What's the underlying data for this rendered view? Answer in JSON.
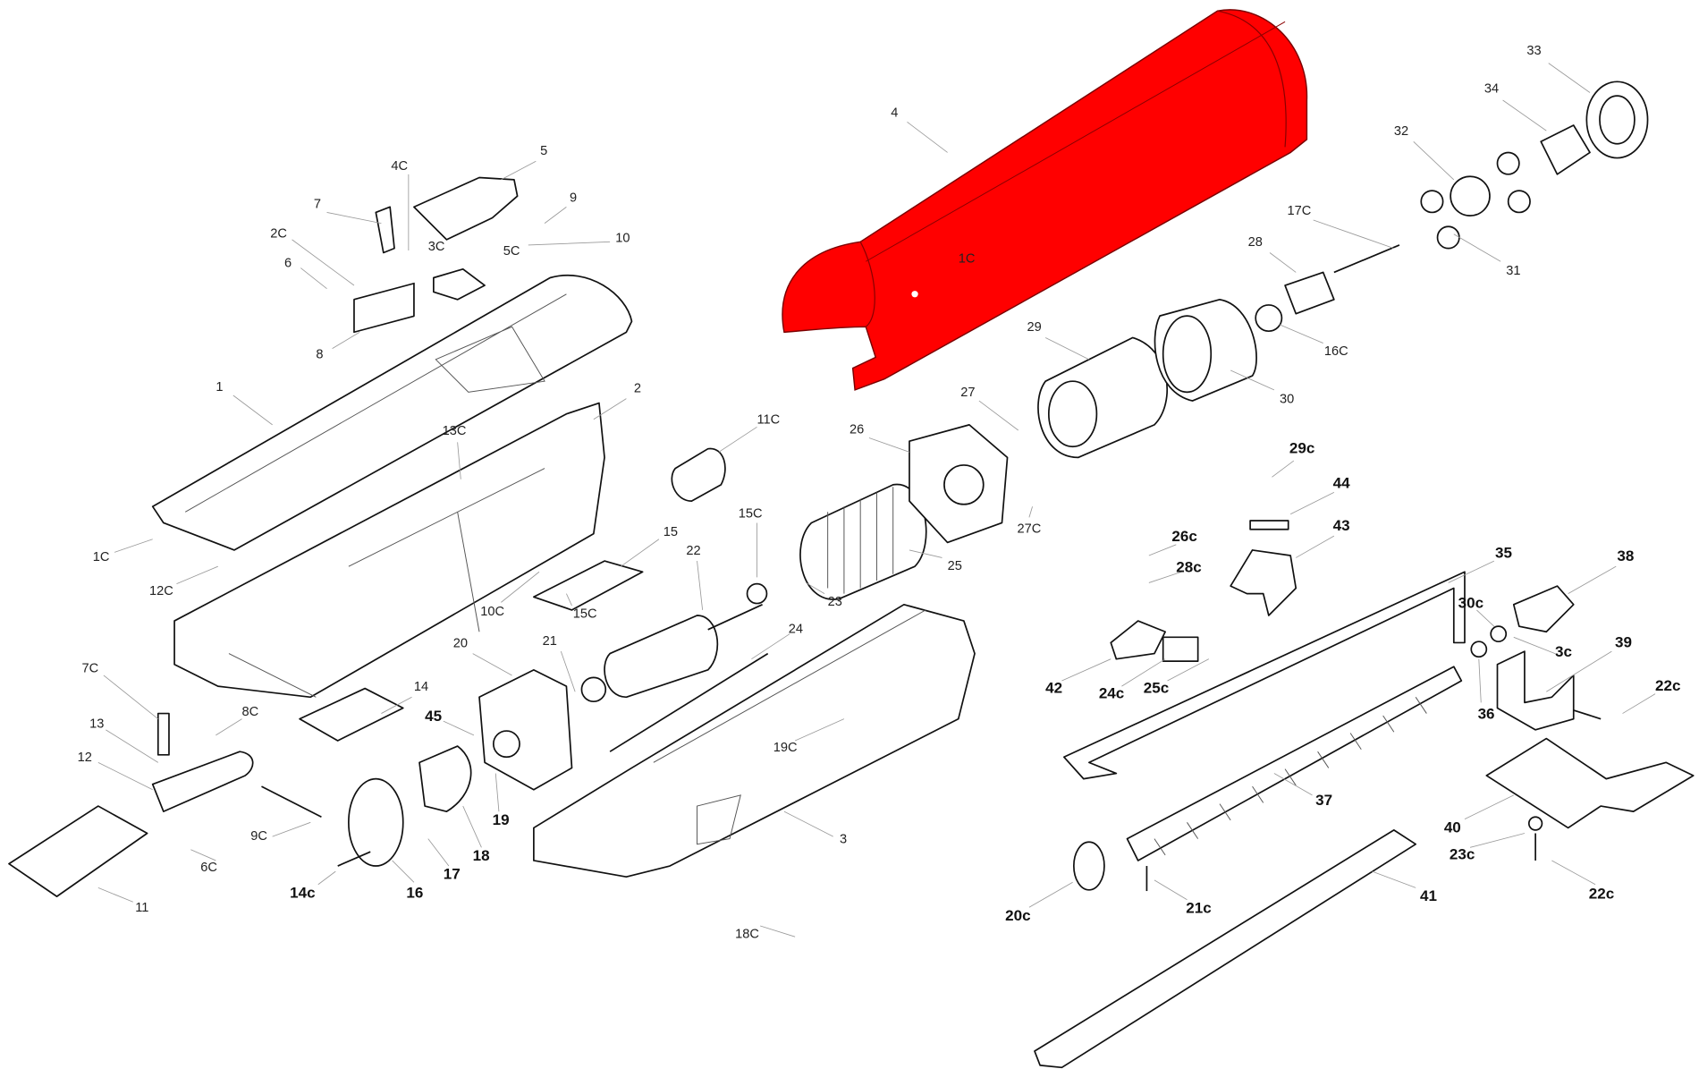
{
  "diagram": {
    "title_visible": false,
    "highlight_color": "#ff0000",
    "highlighted_part": "4",
    "callouts": {
      "p4": "4",
      "p1C_cover": "1C",
      "p33": "33",
      "p34": "34",
      "p32": "32",
      "p17C": "17C",
      "p28": "28",
      "p31": "31",
      "p16C": "16C",
      "p29": "29",
      "p30": "30",
      "p27": "27",
      "p26": "26",
      "p27C": "27C",
      "p25": "25",
      "p23": "23",
      "p15C_a": "15C",
      "p11C": "11C",
      "p22": "22",
      "p24": "24",
      "p21": "21",
      "p20": "20",
      "p15": "15",
      "p10C": "10C",
      "p15C_b": "15C",
      "p12C": "12C",
      "p1C": "1C",
      "p1": "1",
      "p2": "2",
      "p13C": "13C",
      "p5": "5",
      "p4C": "4C",
      "p7": "7",
      "p9": "9",
      "p10": "10",
      "p3C": "3C",
      "p5C": "5C",
      "p2C": "2C",
      "p6": "6",
      "p8": "8",
      "p7C": "7C",
      "p8C": "8C",
      "p13": "13",
      "p12": "12",
      "p14": "14",
      "p45": "45",
      "p19C": "19C",
      "p9C": "9C",
      "p6C": "6C",
      "p11": "11",
      "p14c": "14c",
      "p16": "16",
      "p17": "17",
      "p18": "18",
      "p19": "19",
      "p3": "3",
      "p18C": "18C",
      "p29c": "29c",
      "p44": "44",
      "p43": "43",
      "p26c": "26c",
      "p28c": "28c",
      "p35": "35",
      "p38": "38",
      "p30c": "30c",
      "p3c": "3c",
      "p39": "39",
      "p42": "42",
      "p24c": "24c",
      "p25c": "25c",
      "p22c_a": "22c",
      "p36": "36",
      "p37": "37",
      "p40": "40",
      "p23c": "23c",
      "p22c_b": "22c",
      "p41": "41",
      "p20c": "20c",
      "p21c": "21c"
    }
  }
}
